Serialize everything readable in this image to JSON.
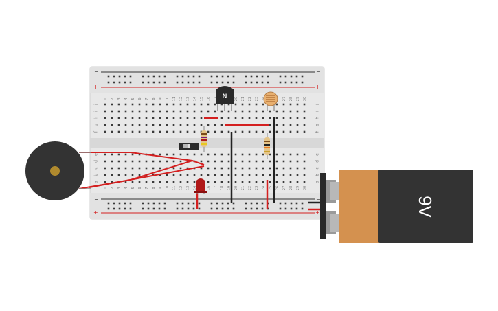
{
  "breadboard": {
    "row_letters_top": [
      "j",
      "i",
      "h",
      "g",
      "f"
    ],
    "row_letters_bottom": [
      "e",
      "d",
      "c",
      "b",
      "a"
    ],
    "column_numbers": [
      "1",
      "2",
      "3",
      "4",
      "5",
      "6",
      "7",
      "8",
      "9",
      "10",
      "11",
      "12",
      "13",
      "14",
      "15",
      "16",
      "17",
      "18",
      "19",
      "20",
      "21",
      "22",
      "23",
      "24",
      "25",
      "26",
      "27",
      "28",
      "29",
      "30"
    ],
    "rail_minus": "−",
    "rail_plus": "+"
  },
  "transistor": {
    "label": "N"
  },
  "battery": {
    "label": "9V"
  },
  "colors": {
    "board": "#e6e6e6",
    "wire_red": "#d42020",
    "wire_black": "#222222",
    "battery_copper": "#d4914f",
    "battery_body": "#333333",
    "buzzer": "#333333",
    "buzzer_center": "#b08a2e",
    "led": "#b01818"
  }
}
